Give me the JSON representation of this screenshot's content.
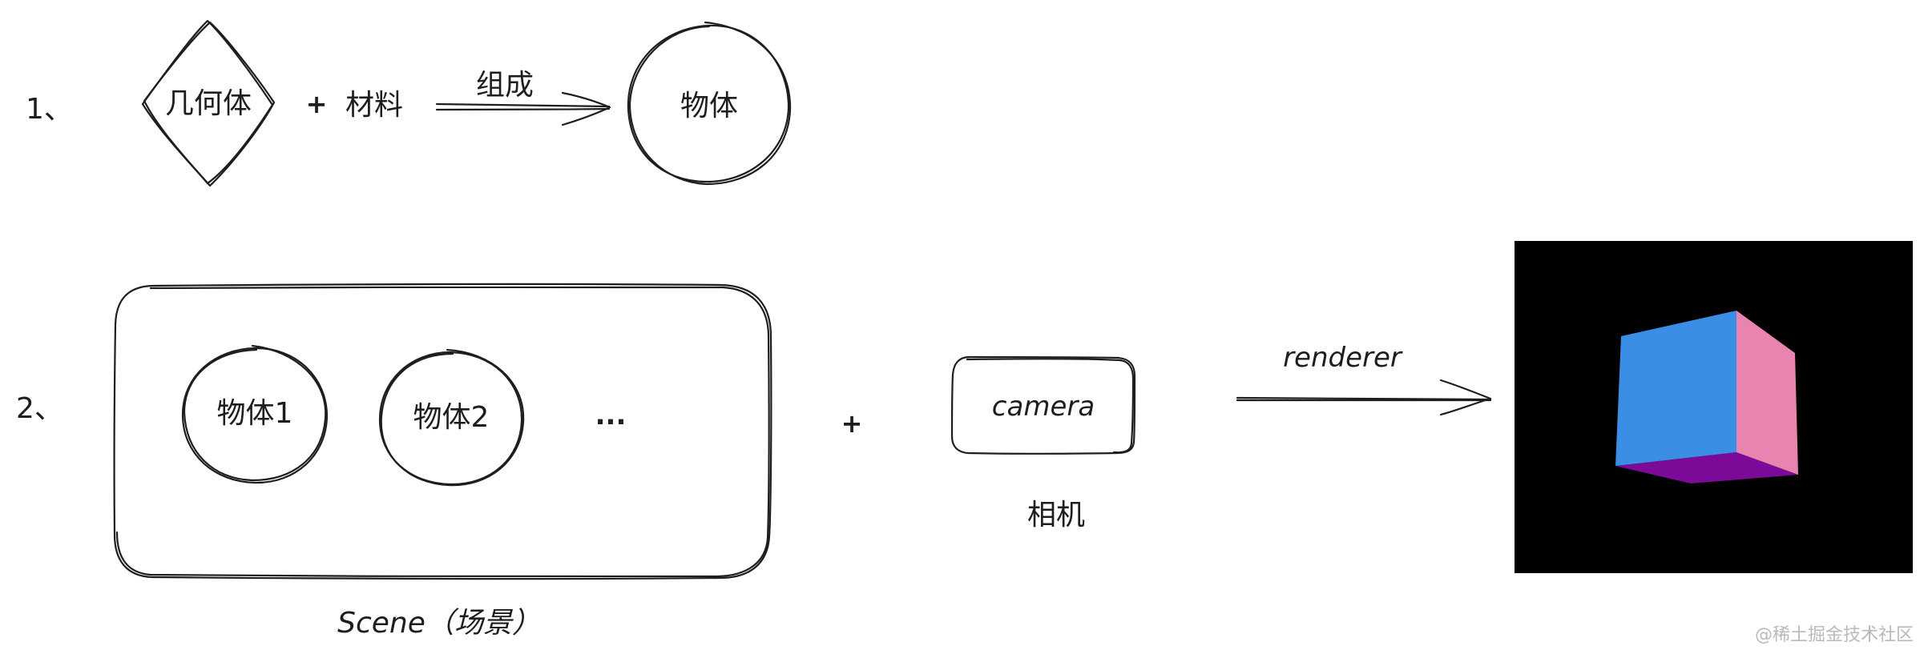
{
  "step1": {
    "number": "1、",
    "geometry_label": "几何体",
    "plus": "+",
    "material_label": "材料",
    "arrow_label": "组成",
    "object_label": "物体"
  },
  "step2": {
    "number": "2、",
    "scene_objects": [
      "物体1",
      "物体2"
    ],
    "ellipsis": "...",
    "scene_caption": "Scene（场景）",
    "plus": "+",
    "camera_label": "camera",
    "camera_caption": "相机",
    "arrow_label": "renderer"
  },
  "render_preview": {
    "background": "#000000",
    "cube_colors": {
      "front": "#3a8ee3",
      "side": "#e983b0",
      "bottom": "#7b0a98"
    }
  },
  "watermark": "@稀土掘金技术社区"
}
